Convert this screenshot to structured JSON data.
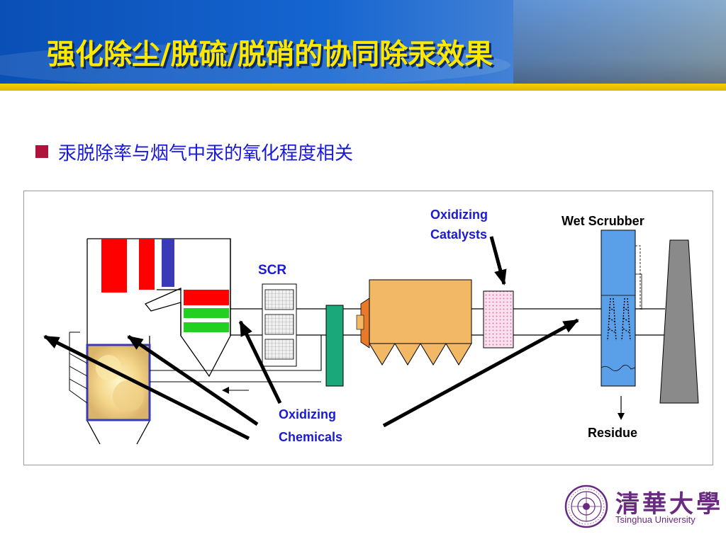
{
  "header": {
    "title": "强化除尘/脱硫/脱硝的协同除汞效果"
  },
  "bullet": {
    "text": "汞脱除率与烟气中汞的氧化程度相关"
  },
  "diagram": {
    "labels": {
      "scr": "SCR",
      "oxidizing_catalysts_line1": "Oxidizing",
      "oxidizing_catalysts_line2": "Catalysts",
      "wet_scrubber": "Wet Scrubber",
      "oxidizing_chemicals_line1": "Oxidizing",
      "oxidizing_chemicals_line2": "Chemicals",
      "residue": "Residue"
    },
    "colors": {
      "red": "#ff0000",
      "blue": "#3a3ab8",
      "green": "#22d022",
      "teal": "#1aa87a",
      "esp_orange": "#f2b866",
      "catalyst_pink": "#f7c8e0",
      "scrubber_blue": "#5aa0e8",
      "stack_gray": "#8a8a8a",
      "label_blue": "#1a1ad6"
    }
  },
  "logo": {
    "chinese_name": "清華大學",
    "english_name": "Tsinghua University"
  }
}
